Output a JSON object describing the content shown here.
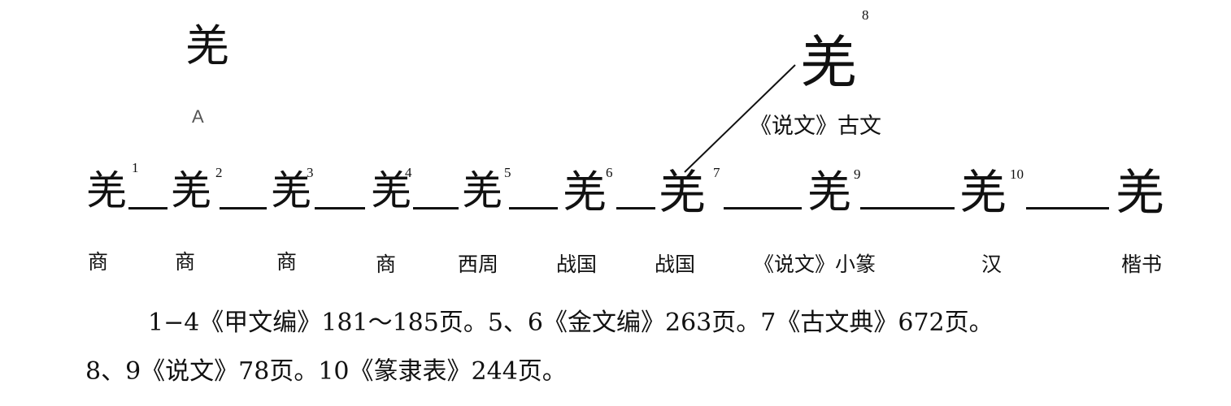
{
  "variant_a": {
    "glyph": "羌",
    "label": "A"
  },
  "guwen": {
    "glyph": "羌",
    "number": "8",
    "caption": "《说文》古文"
  },
  "sequence": [
    {
      "number": "1",
      "glyph": "羌",
      "era": "商"
    },
    {
      "number": "2",
      "glyph": "羌",
      "era": "商"
    },
    {
      "number": "3",
      "glyph": "羌",
      "era": "商"
    },
    {
      "number": "4",
      "glyph": "羌",
      "era": "商"
    },
    {
      "number": "5",
      "glyph": "羌",
      "era": "西周"
    },
    {
      "number": "6",
      "glyph": "羌",
      "era": "战国"
    },
    {
      "number": "7",
      "glyph": "羌",
      "era": "战国"
    },
    {
      "number": "9",
      "glyph": "羌",
      "era": "《说文》小篆"
    },
    {
      "number": "10",
      "glyph": "羌",
      "era": "汉"
    },
    {
      "number": "",
      "glyph": "羌",
      "era": "楷书"
    }
  ],
  "notes": {
    "line1": "1−4《甲文编》181～185页。5、6《金文编》263页。7《古文典》672页。",
    "line2": "8、9《说文》78页。10《篆隶表》244页。"
  }
}
